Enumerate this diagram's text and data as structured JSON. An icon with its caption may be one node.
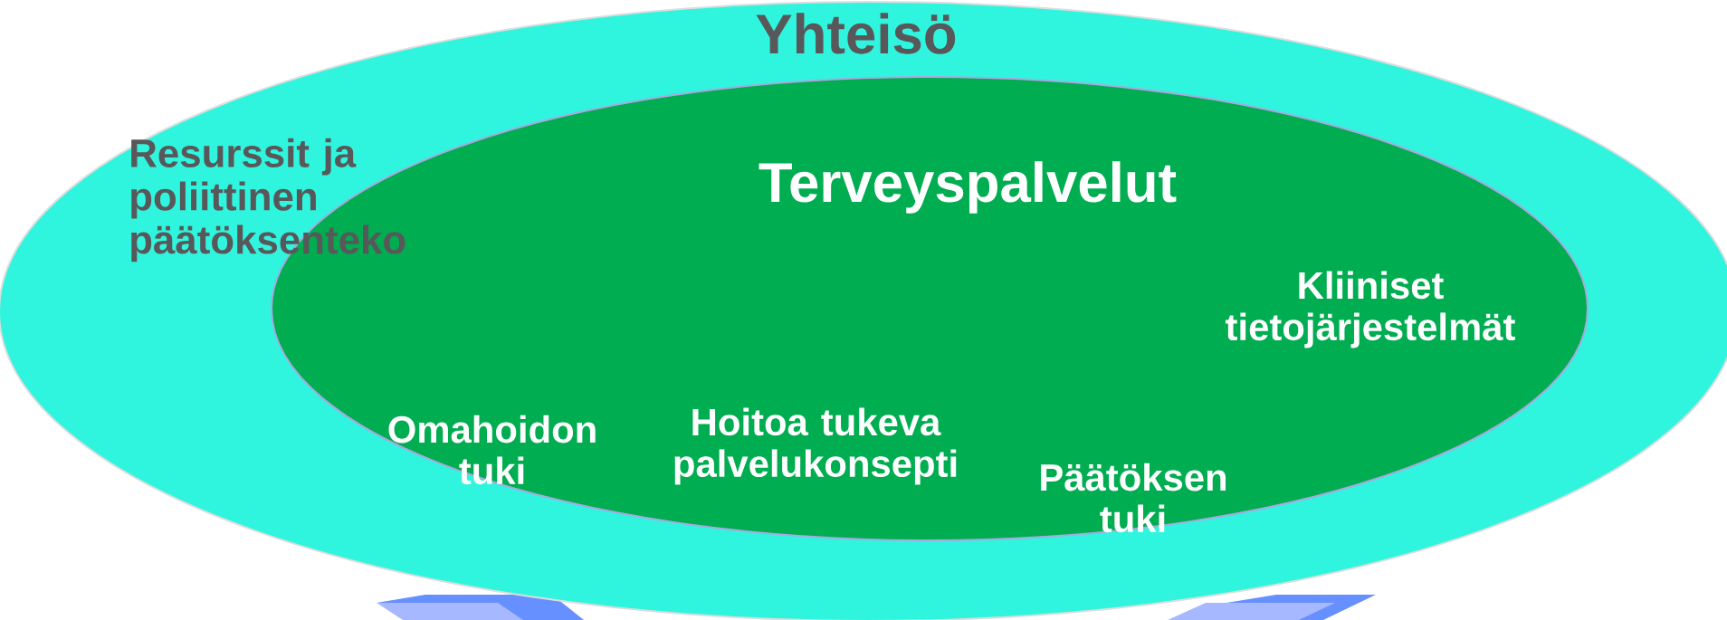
{
  "diagram": {
    "nodes": [
      {
        "text": [
          "Yhteisö",
          "Resurssit ja poliittinen päätöksenteko"
        ]
      },
      {
        "text": [
          "Terveyspalvelut",
          "Omahoidon tuki",
          "Hoitoa tukeva palvelukonsepti",
          "Päätöksen tuki",
          "Kliiniset tietojärjestelmät"
        ],
        "in": 0
      }
    ]
  }
}
